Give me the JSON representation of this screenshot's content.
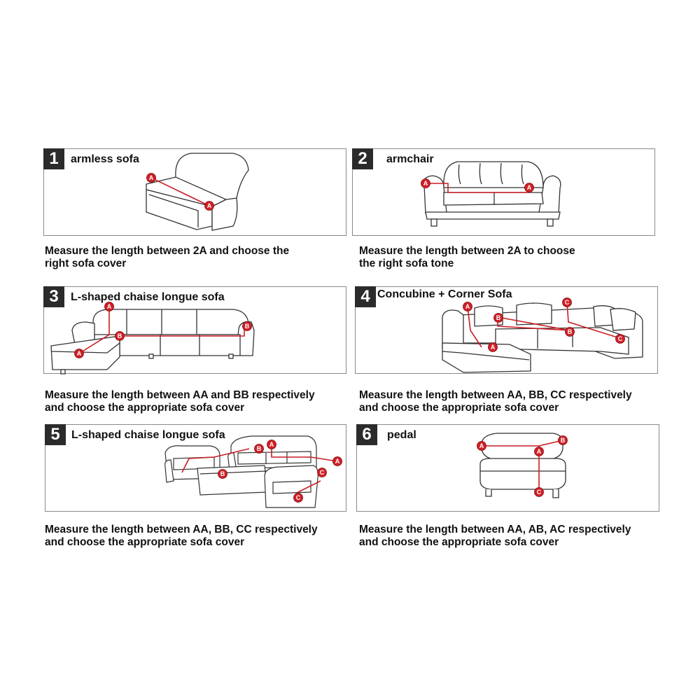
{
  "panels": [
    {
      "number": "1",
      "title": "armless sofa",
      "caption": [
        "Measure the length between 2A and choose the",
        "right sofa cover"
      ]
    },
    {
      "number": "2",
      "title": "armchair",
      "caption": [
        "Measure the length between 2A to choose",
        "the right sofa tone"
      ]
    },
    {
      "number": "3",
      "title": "L-shaped chaise longue sofa",
      "caption": [
        "Measure the length between AA and BB respectively",
        "and choose the appropriate sofa cover"
      ]
    },
    {
      "number": "4",
      "title": "Concubine + Corner Sofa",
      "caption": [
        "Measure the length between AA, BB, CC respectively",
        "and choose the appropriate sofa cover"
      ]
    },
    {
      "number": "5",
      "title": "L-shaped chaise longue sofa",
      "caption": [
        "Measure the length between AA, BB, CC respectively",
        "and choose the appropriate sofa cover"
      ]
    },
    {
      "number": "6",
      "title": "pedal",
      "caption": [
        "Measure the length between AA, AB, AC respectively",
        "and choose the appropriate sofa cover"
      ]
    }
  ],
  "markers": {
    "a": "A",
    "b": "B",
    "c": "C"
  },
  "colors": {
    "marker": "#d21f26",
    "line": "#c81e24",
    "outline": "#333333",
    "badge": "#2b2b2b"
  }
}
